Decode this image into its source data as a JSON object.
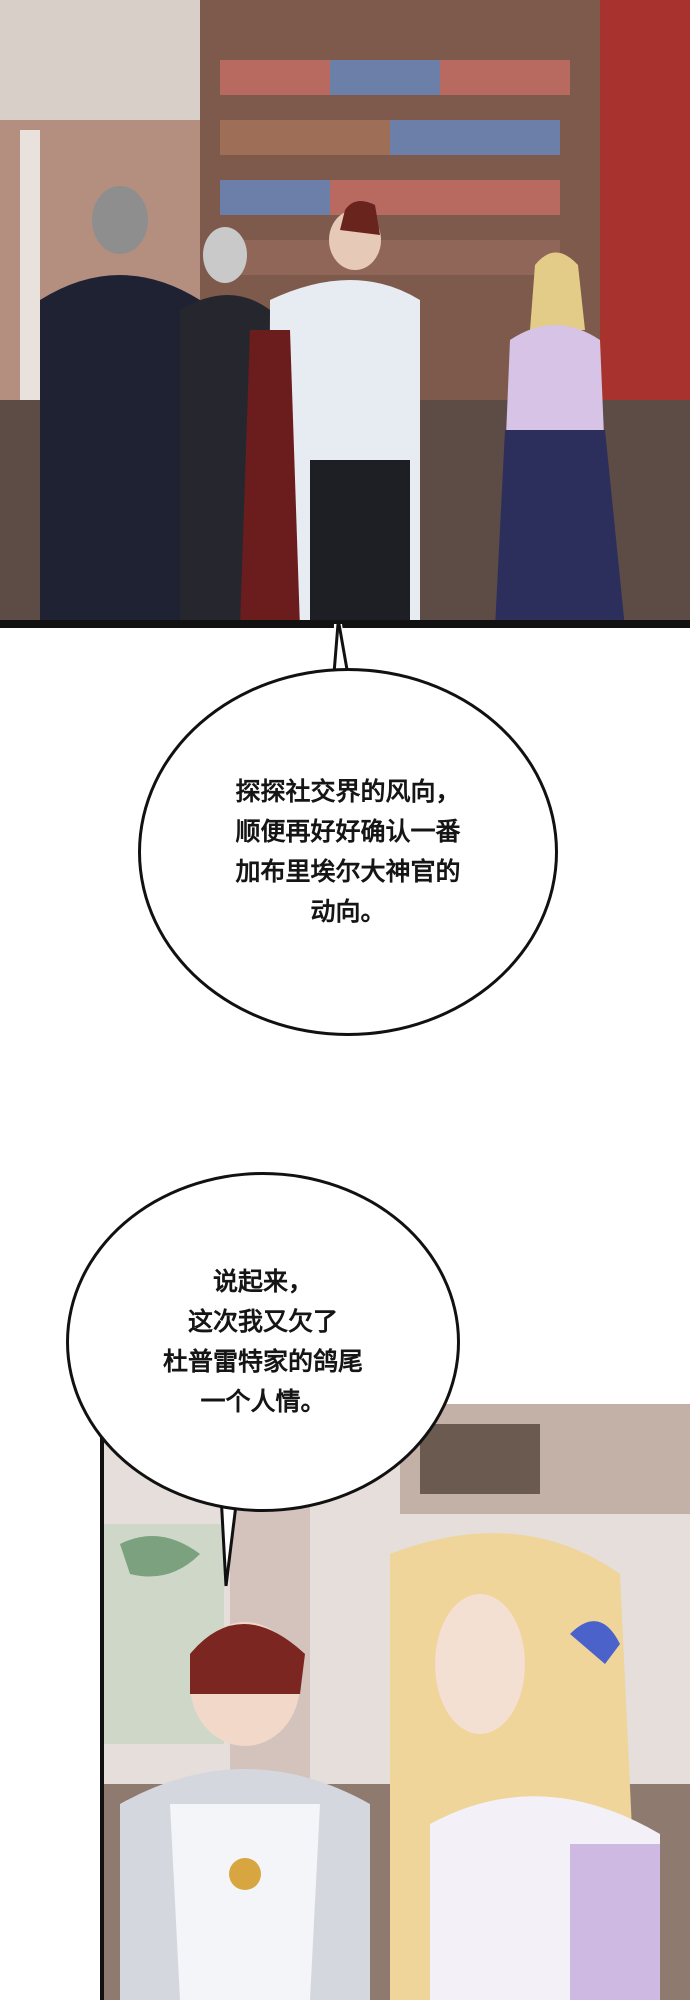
{
  "webtoon": {
    "panel1": {
      "description_icon": "scene-image"
    },
    "bubble1": {
      "lines": [
        "探探社交界的风向，",
        "顺便再好好确认一番",
        "加布里埃尔大神官的",
        "动向。"
      ]
    },
    "bubble2": {
      "lines": [
        "说起来，",
        "这次我又欠了",
        "杜普雷特家的鸽尾",
        "一个人情。"
      ]
    },
    "panel2": {
      "description_icon": "scene-image"
    }
  }
}
